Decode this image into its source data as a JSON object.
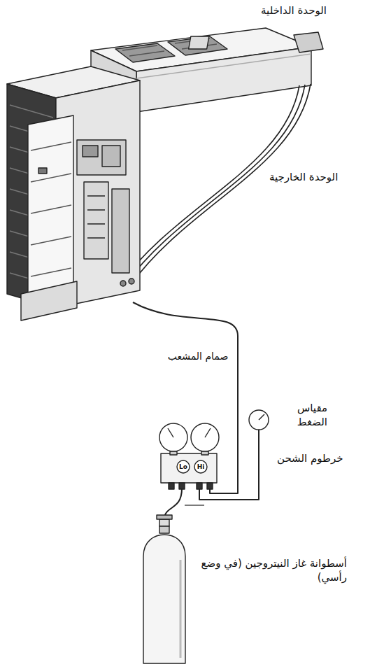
{
  "diagram": {
    "labels": [
      "الوحدة الداخلية",
      "الوحدة الخارجية",
      "صمام المشعب",
      "مقياس الضغط",
      "خرطوم الشحن",
      "Lo",
      "Hi",
      "أسطوانة غاز النيتروجين (في وضع رأسي)"
    ]
  }
}
